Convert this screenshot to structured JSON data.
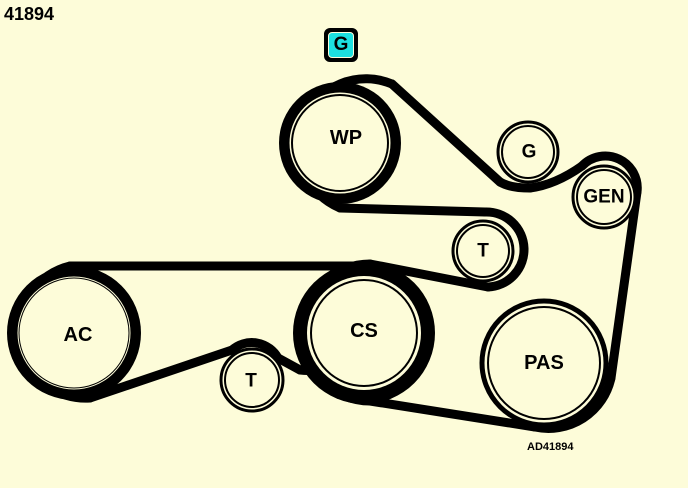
{
  "header": {
    "figure_number": "41894"
  },
  "legend": {
    "marker_label": "G"
  },
  "footer": {
    "diagram_ref": "AD41894"
  },
  "pulleys": {
    "wp": "WP",
    "g": "G",
    "gen": "GEN",
    "t_upper": "T",
    "ac": "AC",
    "cs": "CS",
    "pas": "PAS",
    "t_lower": "T"
  },
  "colors": {
    "background": "#fdfcd9",
    "belt": "#000000",
    "legend_fill": "#1de0e0"
  }
}
